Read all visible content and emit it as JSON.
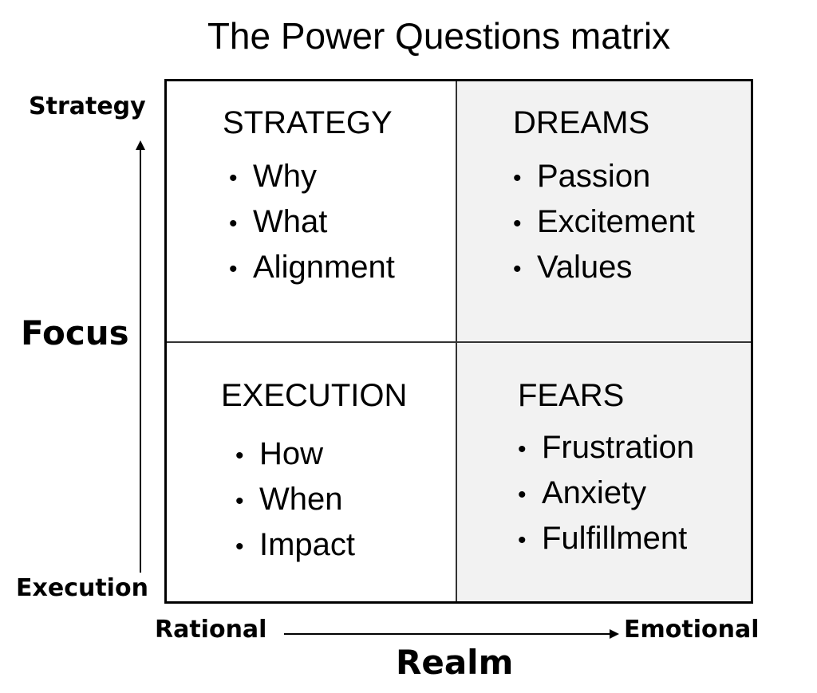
{
  "title": "The Power Questions matrix",
  "axes": {
    "y": {
      "name": "Focus",
      "top_label": "Strategy",
      "bottom_label": "Execution"
    },
    "x": {
      "name": "Realm",
      "left_label": "Rational",
      "right_label": "Emotional"
    }
  },
  "quadrants": {
    "top_left": {
      "heading": "STRATEGY",
      "items": [
        "Why",
        "What",
        "Alignment"
      ],
      "background": "#ffffff"
    },
    "top_right": {
      "heading": "DREAMS",
      "items": [
        "Passion",
        "Excitement",
        "Values"
      ],
      "background": "#f2f2f2"
    },
    "bottom_left": {
      "heading": "EXECUTION",
      "items": [
        "How",
        "When",
        "Impact"
      ],
      "background": "#ffffff"
    },
    "bottom_right": {
      "heading": "FEARS",
      "items": [
        "Frustration",
        "Anxiety",
        "Fulfillment"
      ],
      "background": "#f2f2f2"
    }
  },
  "bullet": "•"
}
